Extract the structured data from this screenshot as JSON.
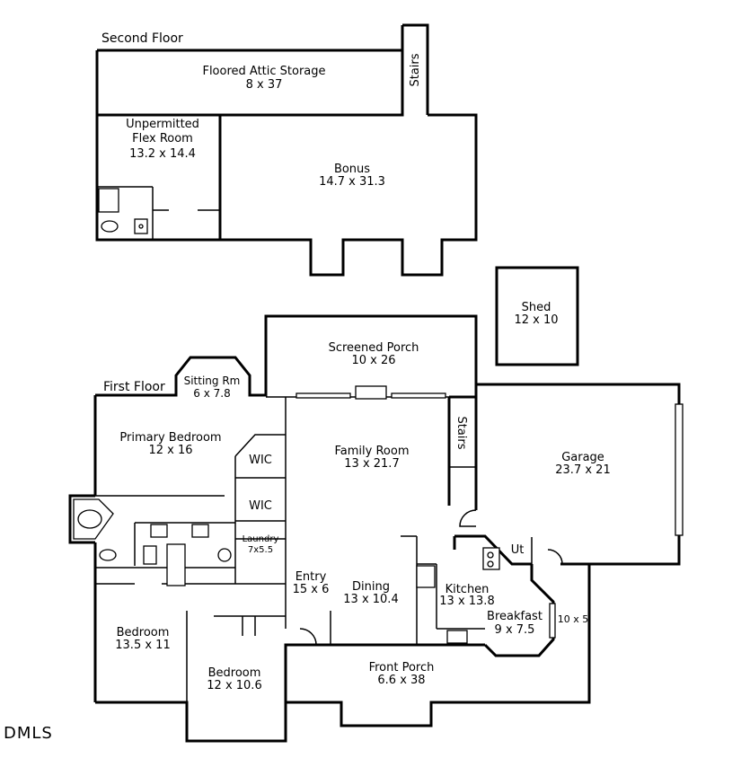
{
  "floors": [
    {
      "id": "second",
      "label": "Second Floor"
    },
    {
      "id": "first",
      "label": "First Floor"
    }
  ],
  "rooms": [
    {
      "id": "attic",
      "name": "Floored Attic Storage",
      "dims": "8 x 37"
    },
    {
      "id": "stairs-upper",
      "name": "Stairs",
      "dims": ""
    },
    {
      "id": "flex",
      "name": "Unpermitted\nFlex Room",
      "dims": "13.2 x 14.4"
    },
    {
      "id": "bonus",
      "name": "Bonus",
      "dims": "14.7 x 31.3"
    },
    {
      "id": "shed",
      "name": "Shed",
      "dims": "12 x 10"
    },
    {
      "id": "screened-porch",
      "name": "Screened Porch",
      "dims": "10 x 26"
    },
    {
      "id": "sitting",
      "name": "Sitting Rm",
      "dims": "6 x 7.8"
    },
    {
      "id": "primary-bedroom",
      "name": "Primary Bedroom",
      "dims": "12 x 16"
    },
    {
      "id": "wic-1",
      "name": "WIC",
      "dims": ""
    },
    {
      "id": "wic-2",
      "name": "WIC",
      "dims": ""
    },
    {
      "id": "laundry",
      "name": "Laundry",
      "dims": "7x5.5"
    },
    {
      "id": "family-room",
      "name": "Family Room",
      "dims": "13 x 21.7"
    },
    {
      "id": "stairs-lower",
      "name": "Stairs",
      "dims": ""
    },
    {
      "id": "garage",
      "name": "Garage",
      "dims": "23.7 x 21"
    },
    {
      "id": "utility",
      "name": "Ut",
      "dims": ""
    },
    {
      "id": "entry",
      "name": "Entry",
      "dims": "15 x 6"
    },
    {
      "id": "dining",
      "name": "Dining",
      "dims": "13 x 10.4"
    },
    {
      "id": "kitchen",
      "name": "Kitchen",
      "dims": "13 x 13.8"
    },
    {
      "id": "breakfast",
      "name": "Breakfast",
      "dims": "9 x 7.5"
    },
    {
      "id": "bay",
      "name": "10 x 5",
      "dims": ""
    },
    {
      "id": "bedroom-2",
      "name": "Bedroom",
      "dims": "13.5 x 11"
    },
    {
      "id": "bedroom-3",
      "name": "Bedroom",
      "dims": "12 x 10.6"
    },
    {
      "id": "front-porch",
      "name": "Front Porch",
      "dims": "6.6 x 38"
    }
  ],
  "brand": {
    "logo_text": "DMLS"
  }
}
